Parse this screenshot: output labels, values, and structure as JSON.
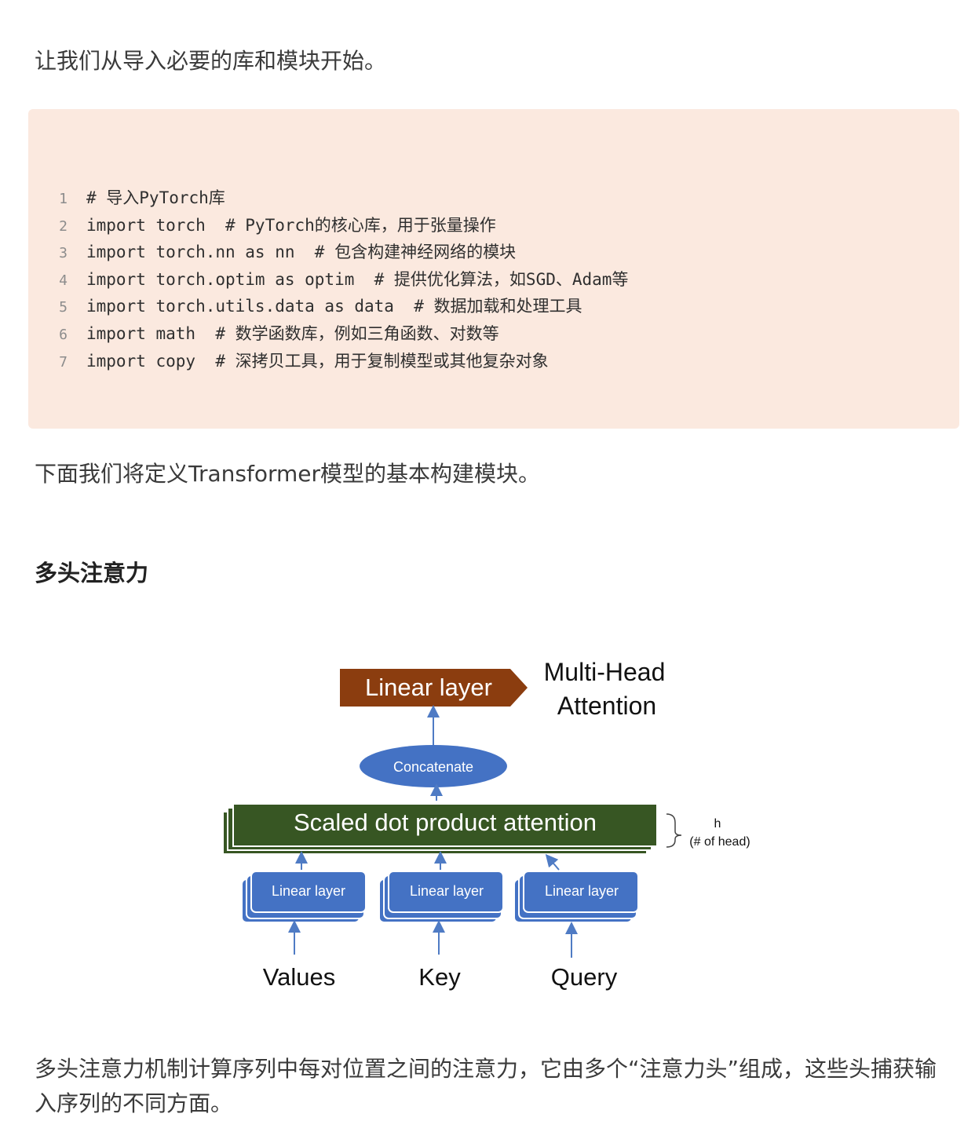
{
  "intro_text": "让我们从导入必要的库和模块开始。",
  "code": {
    "lines": [
      {
        "num": "1",
        "text": "# 导入PyTorch库"
      },
      {
        "num": "2",
        "text": "import torch  # PyTorch的核心库，用于张量操作"
      },
      {
        "num": "3",
        "text": "import torch.nn as nn  # 包含构建神经网络的模块"
      },
      {
        "num": "4",
        "text": "import torch.optim as optim  # 提供优化算法，如SGD、Adam等"
      },
      {
        "num": "5",
        "text": "import torch.utils.data as data  # 数据加载和处理工具"
      },
      {
        "num": "6",
        "text": "import math  # 数学函数库，例如三角函数、对数等"
      },
      {
        "num": "7",
        "text": "import copy  # 深拷贝工具，用于复制模型或其他复杂对象"
      }
    ]
  },
  "next_text": "下面我们将定义Transformer模型的基本构建模块。",
  "section_heading": "多头注意力",
  "diagram": {
    "title_line1": "Multi-Head",
    "title_line2": "Attention",
    "top_linear": "Linear layer",
    "concat": "Concatenate",
    "sdpa": "Scaled dot product attention",
    "h": "h",
    "h_note": "(# of head)",
    "small_linear": "Linear layer",
    "input_values": "Values",
    "input_key": "Key",
    "input_query": "Query",
    "colors": {
      "linear_top": "#8b3d0f",
      "sdpa": "#375623",
      "blue": "#4472c4",
      "arrow": "#4f7bc4"
    }
  },
  "bottom_text": "多头注意力机制计算序列中每对位置之间的注意力，它由多个“注意力头”组成，这些头捕获输入序列的不同方面。"
}
